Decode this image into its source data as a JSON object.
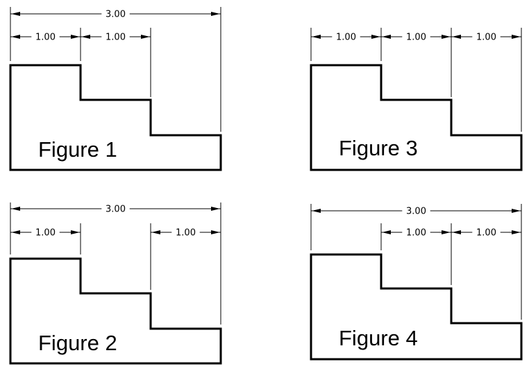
{
  "figures": [
    {
      "label": "Figure 1",
      "overall": "3.00",
      "dims": [
        "1.00",
        "1.00"
      ]
    },
    {
      "label": "Figure 2",
      "overall": "3.00",
      "dims": [
        "1.00",
        "1.00"
      ]
    },
    {
      "label": "Figure 3",
      "dims": [
        "1.00",
        "1.00",
        "1.00"
      ]
    },
    {
      "label": "Figure 4",
      "overall": "3.00",
      "dims": [
        "1.00",
        "1.00"
      ]
    }
  ],
  "colors": {
    "line": "#000000",
    "background": "#ffffff"
  }
}
